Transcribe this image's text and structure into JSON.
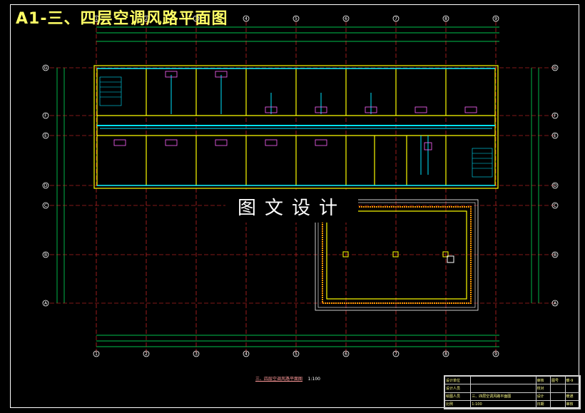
{
  "drawing": {
    "title": "A1-三、四层空调风路平面图",
    "watermark": "图文设计",
    "caption_title": "三、四层空调风路平面图",
    "caption_scale": "1:100"
  },
  "axes": {
    "top": [
      "1",
      "2",
      "3",
      "4",
      "5",
      "6",
      "7",
      "8",
      "9"
    ],
    "bottom": [
      "1",
      "2",
      "3",
      "4",
      "5",
      "6",
      "7",
      "8",
      "9"
    ],
    "left": [
      "G",
      "F",
      "E",
      "D",
      "C",
      "B",
      "A"
    ],
    "right": [
      "G",
      "F",
      "E",
      "D",
      "C",
      "B",
      "A"
    ]
  },
  "title_block": {
    "r1c1": "设计单位",
    "r1c2": "审核",
    "r1c3": "图号",
    "r1c4": "暖-9",
    "r2c1": "设计人员",
    "r2c2": "校对",
    "r3c1": "绘图人员",
    "r3c2": "三、四层空调风路平面图",
    "r3c3": "设计",
    "r3c4": "暖通",
    "r4c1": "比例",
    "r4c2": "1:100",
    "r4c3": "日期",
    "r4c4": "审核"
  },
  "colors": {
    "background": "#000000",
    "wall": "#ffff00",
    "duct": "#00e5ff",
    "grid": "#ff3030",
    "dimension": "#00ff66",
    "equipment": "#ff66ff"
  }
}
